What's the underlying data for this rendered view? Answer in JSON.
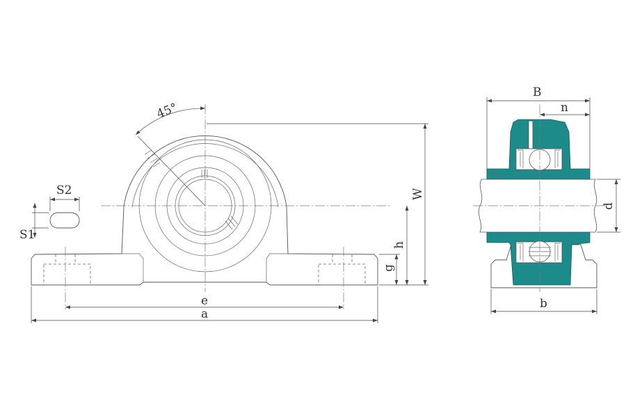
{
  "labels": {
    "angle": "45°",
    "S2": "S2",
    "S1": "S1",
    "e": "e",
    "a": "a",
    "h": "h",
    "g": "g",
    "W": "W",
    "B": "B",
    "n": "n",
    "d": "d",
    "b": "b"
  },
  "colors": {
    "bearing_fill": "#1e8b8b",
    "line": "#555555"
  }
}
